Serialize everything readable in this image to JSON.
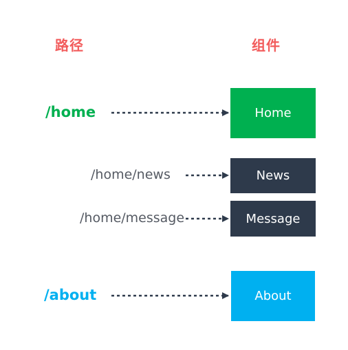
{
  "headers": {
    "path": "路径",
    "component": "组件"
  },
  "colors": {
    "header": "#f25c5c",
    "home": "#00b050",
    "about": "#00b0f0",
    "dark_box": "#2e3a4b",
    "arrow": "#2e3a4b",
    "minor_text": "#555a63"
  },
  "routes": [
    {
      "path": "/home",
      "component": "Home"
    },
    {
      "path": "/home/news",
      "component": "News"
    },
    {
      "path": "/home/message",
      "component": "Message"
    },
    {
      "path": "/about",
      "component": "About"
    }
  ]
}
